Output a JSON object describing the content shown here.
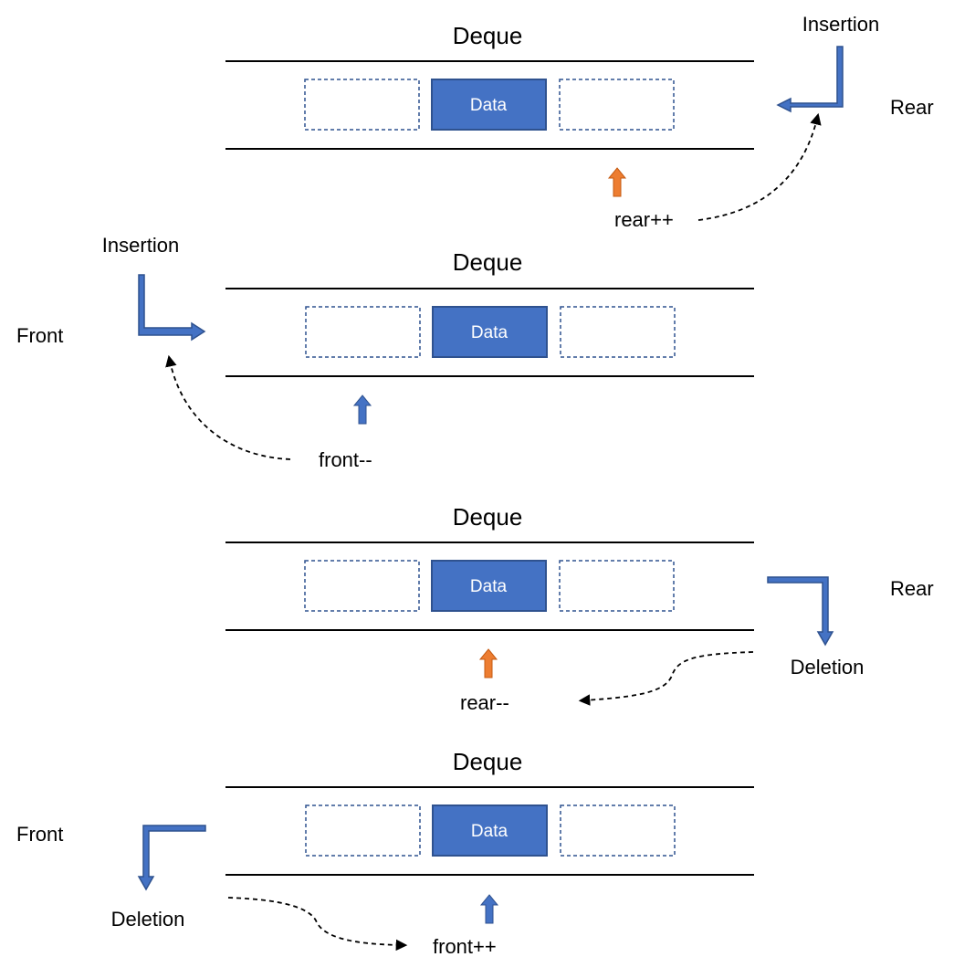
{
  "colors": {
    "data_fill": "#4472C4",
    "data_stroke": "#2F528F",
    "blue_arrow": "#4472C4",
    "orange_arrow": "#ED7D31",
    "dashed_box": "#2F528F",
    "line": "#000000"
  },
  "panels": [
    {
      "title": "Deque",
      "data_label": "Data",
      "operation": "Insertion",
      "end": "Rear",
      "pointer": "rear++",
      "pointer_arrow_color": "orange"
    },
    {
      "title": "Deque",
      "data_label": "Data",
      "operation": "Insertion",
      "end": "Front",
      "pointer": "front--",
      "pointer_arrow_color": "blue"
    },
    {
      "title": "Deque",
      "data_label": "Data",
      "operation": "Deletion",
      "end": "Rear",
      "pointer": "rear--",
      "pointer_arrow_color": "orange"
    },
    {
      "title": "Deque",
      "data_label": "Data",
      "operation": "Deletion",
      "end": "Front",
      "pointer": "front++",
      "pointer_arrow_color": "blue"
    }
  ]
}
